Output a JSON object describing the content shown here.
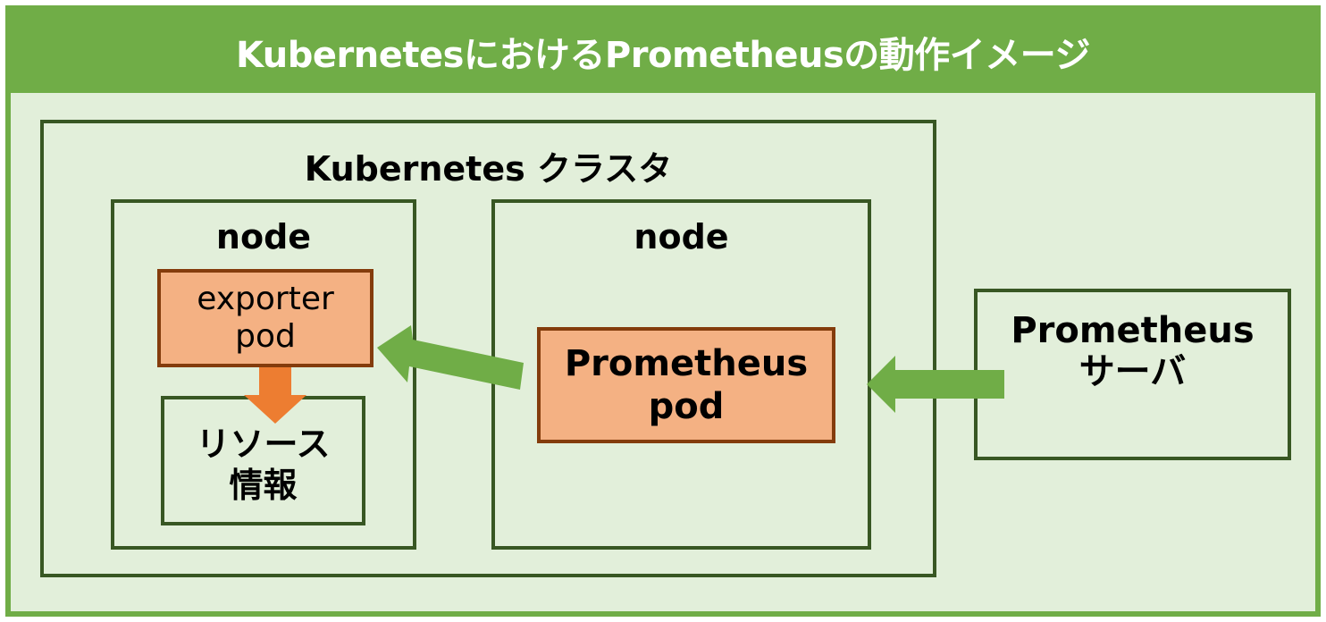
{
  "title": "KubernetesにおけるPrometheusの動作イメージ",
  "cluster": {
    "label": "Kubernetes クラスタ"
  },
  "node_left": {
    "label": "node",
    "exporter_pod": {
      "line1": "exporter",
      "line2": "pod"
    },
    "resource": {
      "line1": "リソース",
      "line2": "情報"
    }
  },
  "node_right": {
    "label": "node",
    "prometheus_pod": {
      "line1": "Prometheus",
      "line2": "pod"
    }
  },
  "server": {
    "line1": "Prometheus",
    "line2": "サーバ"
  },
  "colors": {
    "frame_green": "#70ad47",
    "box_fill": "#e2efda",
    "box_border": "#385723",
    "pod_fill": "#f4b183",
    "pod_border": "#843c0c",
    "orange_arrow": "#ed7d31"
  }
}
